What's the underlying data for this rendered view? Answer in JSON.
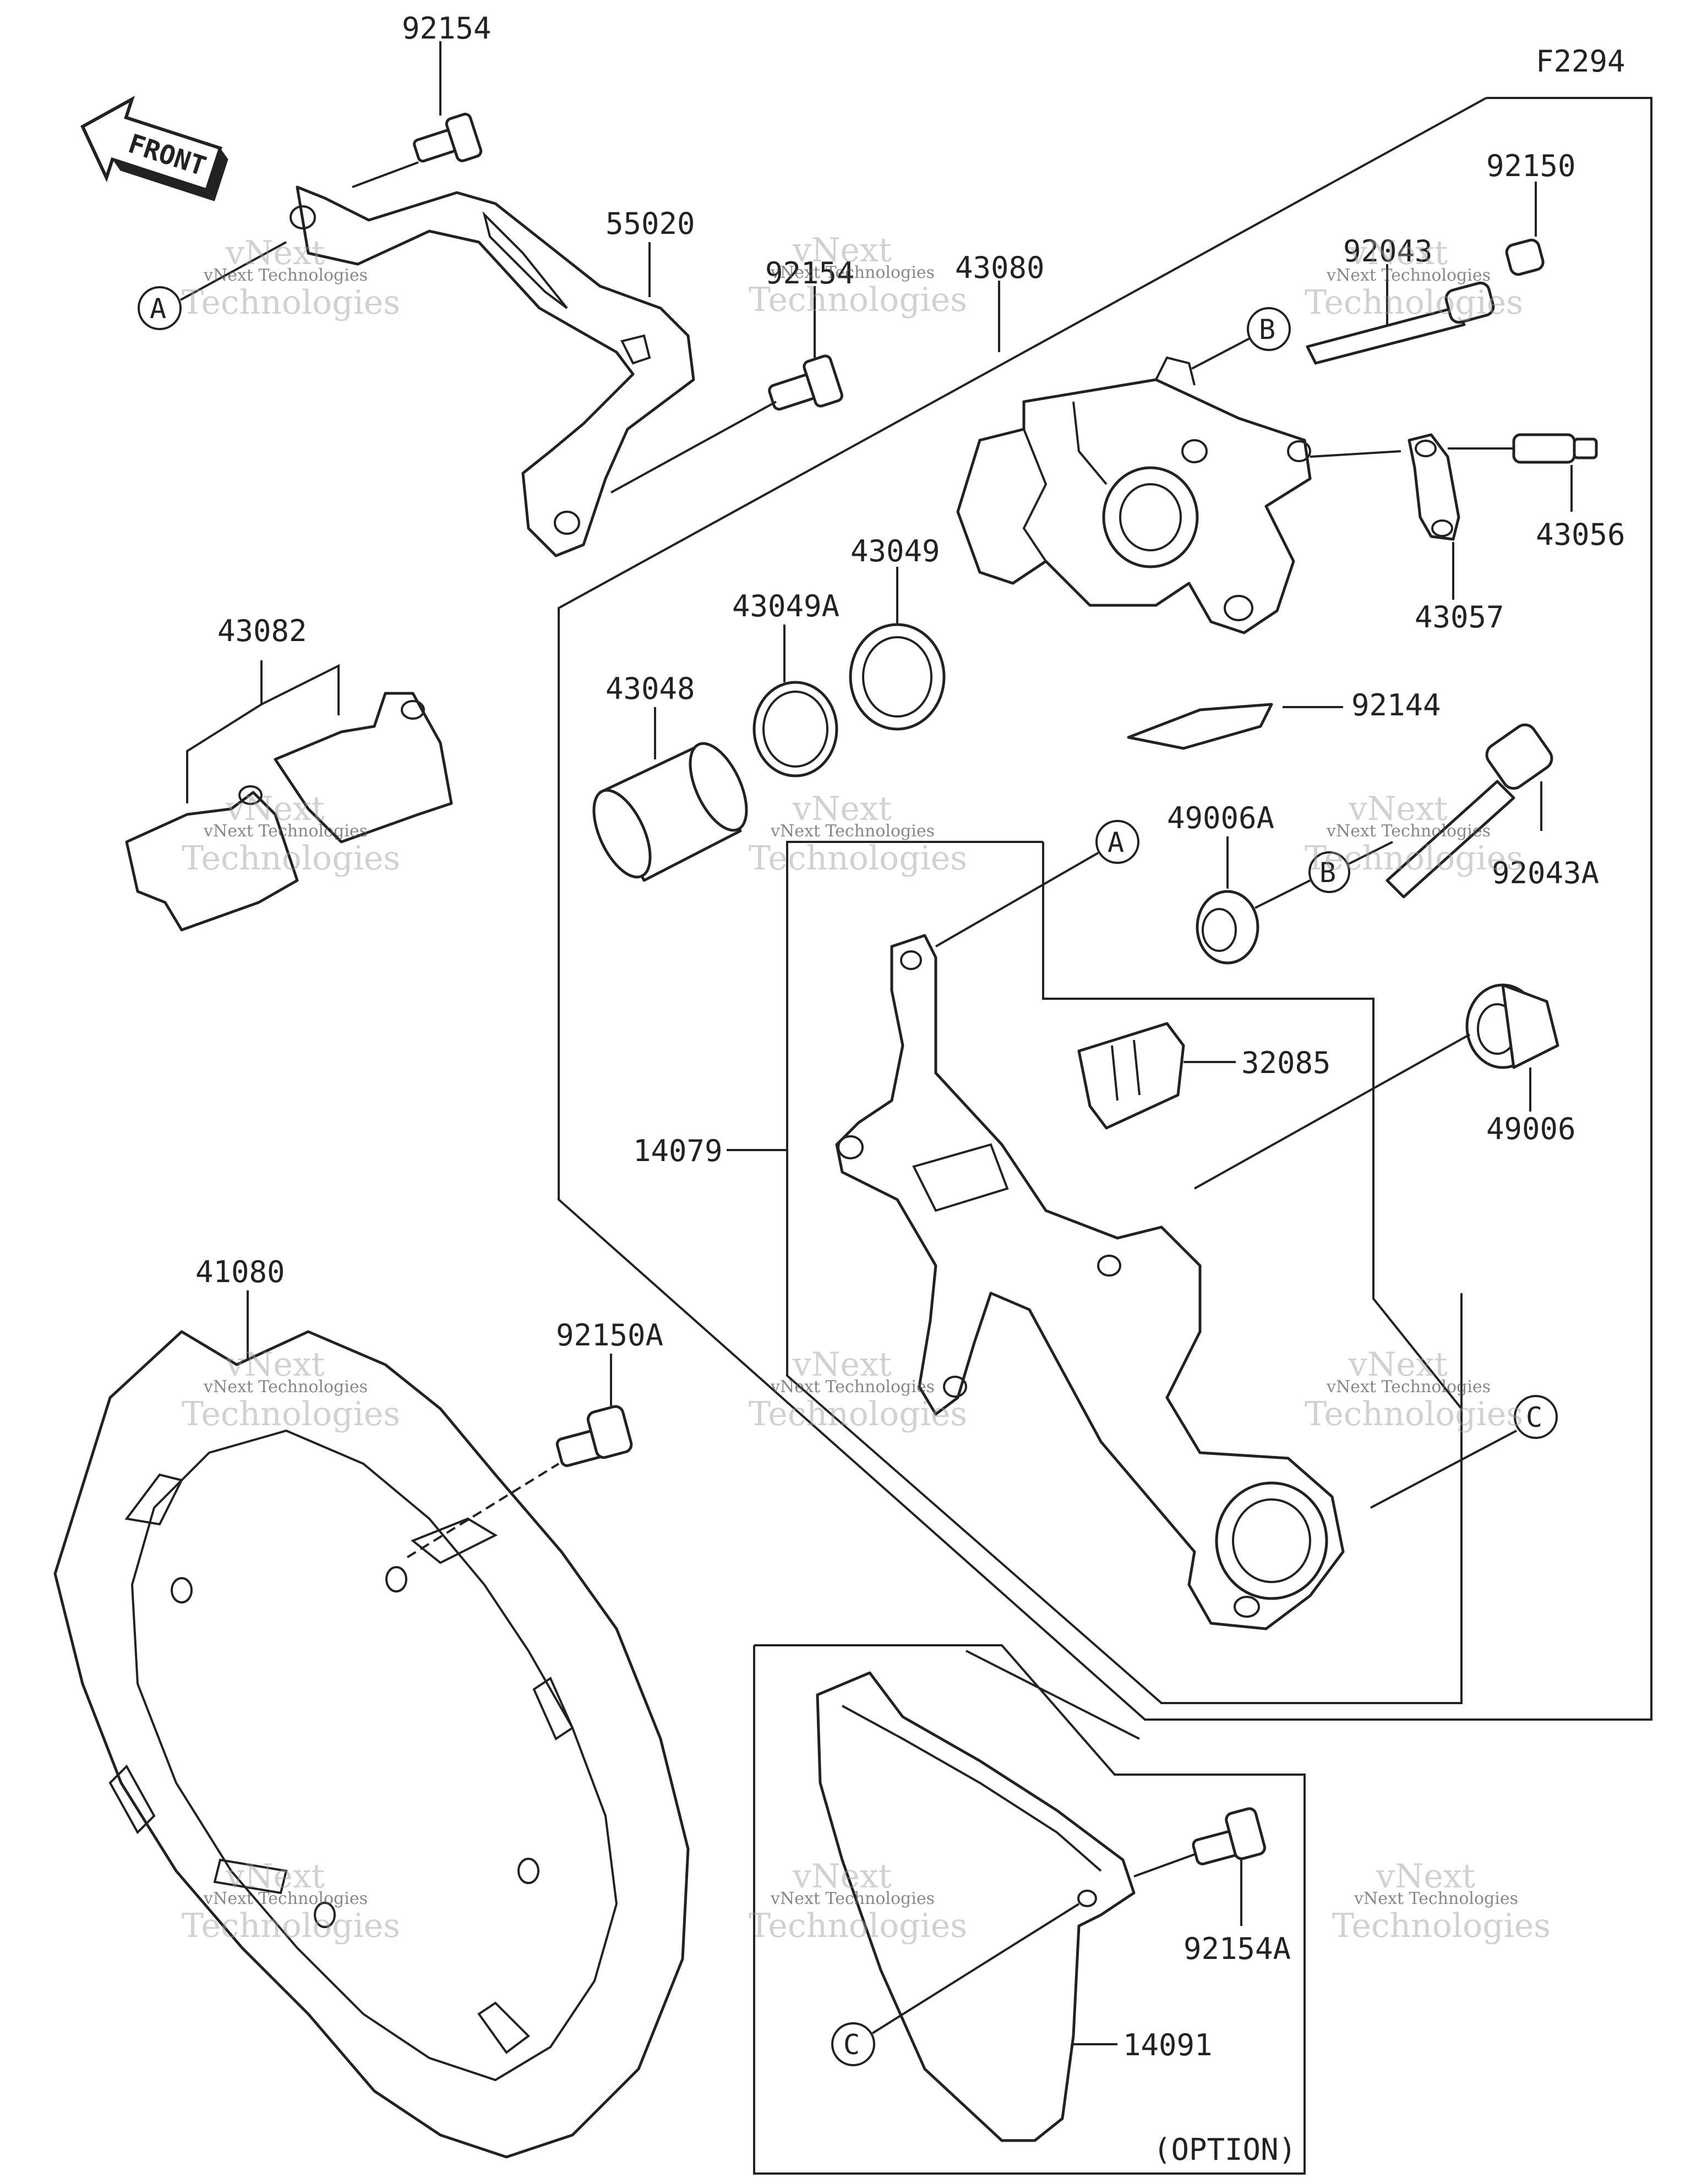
{
  "figure_code": "F2294",
  "front_label": "FRONT",
  "option_label": "(OPTION)",
  "watermark": {
    "line1": "vNext",
    "line2": "vNext Technologies",
    "line3": "Technologies"
  },
  "parts": {
    "p92154_top": "92154",
    "p55020": "55020",
    "p92154_mid": "92154",
    "p43080": "43080",
    "p92150": "92150",
    "p92043": "92043",
    "p43056": "43056",
    "p43057": "43057",
    "p43049": "43049",
    "p43049A": "43049A",
    "p43048": "43048",
    "p43082": "43082",
    "p92144": "92144",
    "p49006A": "49006A",
    "p92043A": "92043A",
    "p14079": "14079",
    "p32085": "32085",
    "p49006": "49006",
    "p41080": "41080",
    "p92150A": "92150A",
    "p92154A": "92154A",
    "p14091": "14091"
  },
  "refs": {
    "a": "A",
    "b": "B",
    "c": "C"
  }
}
